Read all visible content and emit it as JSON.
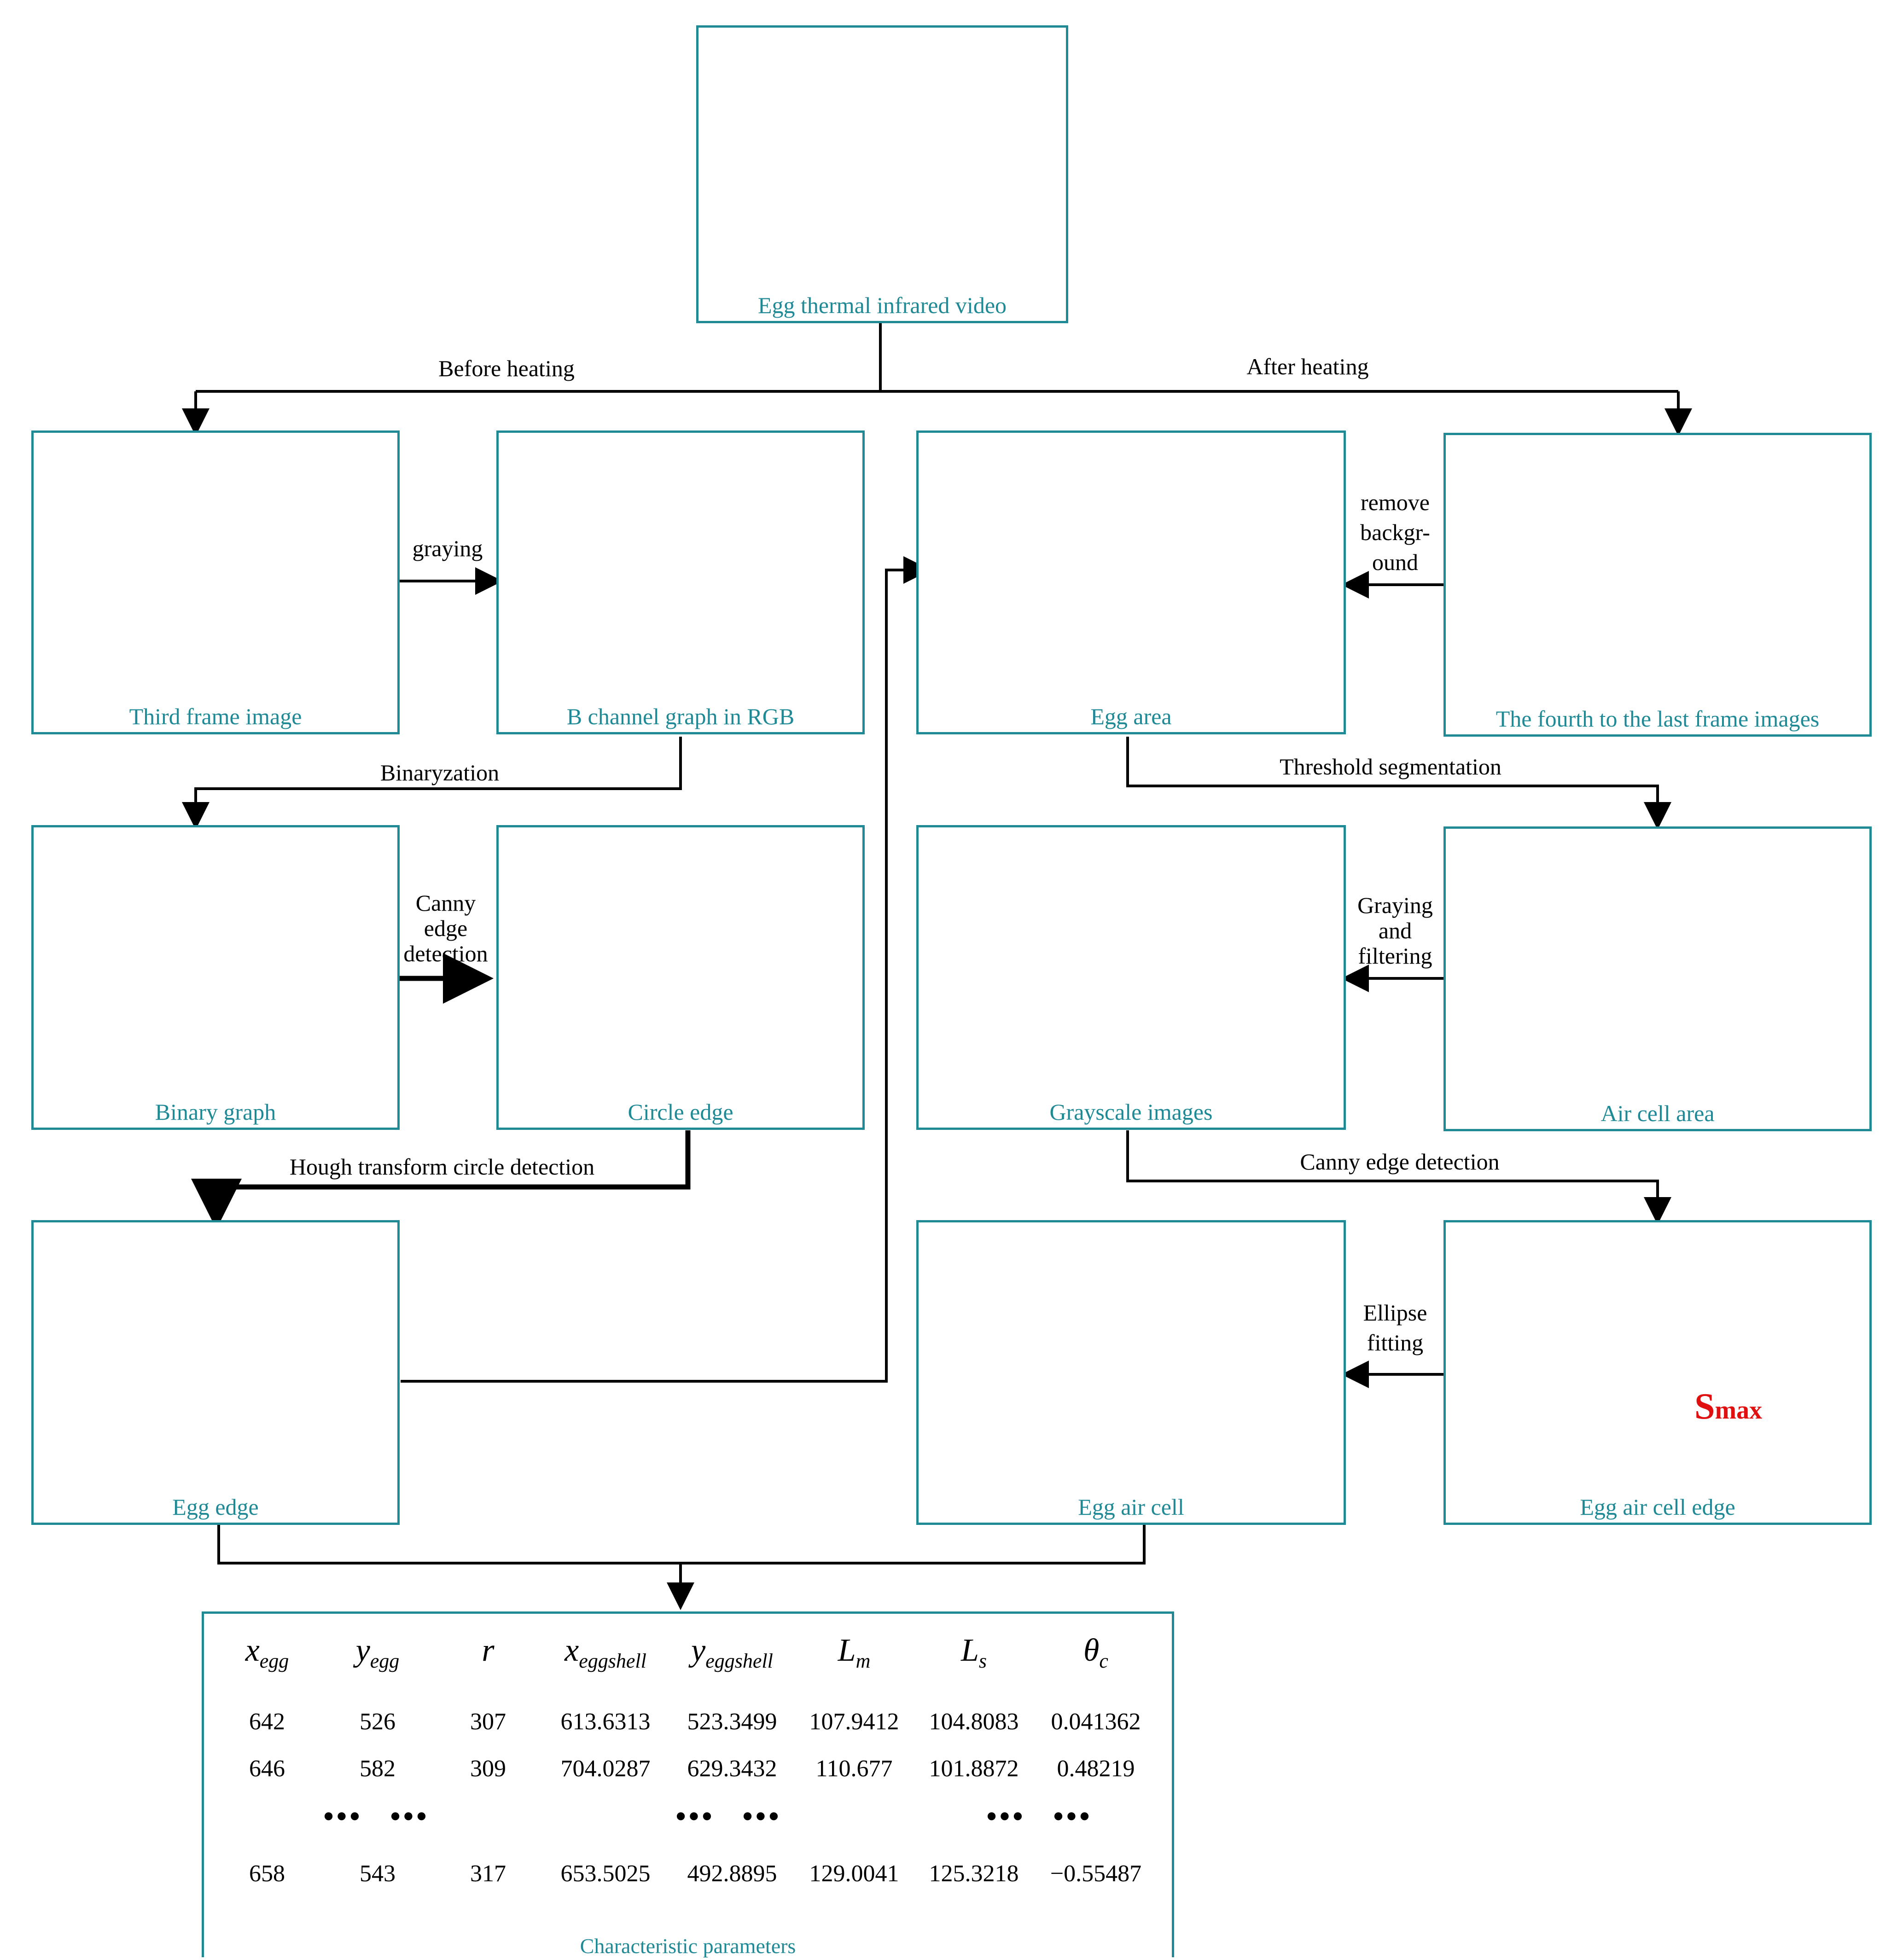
{
  "panels": {
    "video": "Egg thermal infrared video",
    "third_frame": "Third frame image",
    "b_channel": "B channel graph in RGB",
    "egg_area": "Egg area",
    "fourth_last": "The fourth to the last frame images",
    "binary": "Binary graph",
    "circle_edge": "Circle edge",
    "grayscale": "Grayscale images",
    "air_cell_area": "Air cell area",
    "egg_edge": "Egg edge",
    "egg_air_cell": "Egg air cell",
    "air_cell_edge": "Egg air cell edge",
    "characteristic": "Characteristic parameters"
  },
  "arrows": {
    "before_heating": "Before heating",
    "after_heating": "After heating",
    "graying": "graying",
    "remove_bg_1": "remove",
    "remove_bg_2": "backgr-",
    "remove_bg_3": "ound",
    "binaryzation": "Binaryzation",
    "threshold": "Threshold segmentation",
    "canny_1": "Canny",
    "canny_2": "edge",
    "canny_3": "detection",
    "graying_filter_1": "Graying",
    "graying_filter_2": "and",
    "graying_filter_3": "filtering",
    "hough": "Hough transform circle detection",
    "canny_edge": "Canny edge detection",
    "ellipse_1": "Ellipse",
    "ellipse_2": "fitting"
  },
  "smax_label": "S",
  "smax_sub": "max",
  "dots": "•••",
  "table": {
    "headers": [
      {
        "main": "x",
        "sub": "egg"
      },
      {
        "main": "y",
        "sub": "egg"
      },
      {
        "main": "r",
        "sub": ""
      },
      {
        "main": "x",
        "sub": "eggshell"
      },
      {
        "main": "y",
        "sub": "eggshell"
      },
      {
        "main": "L",
        "sub": "m"
      },
      {
        "main": "L",
        "sub": "s"
      },
      {
        "main": "θ",
        "sub": "c"
      }
    ],
    "rows": [
      [
        "642",
        "526",
        "307",
        "613.6313",
        "523.3499",
        "107.9412",
        "104.8083",
        "0.041362"
      ],
      [
        "646",
        "582",
        "309",
        "704.0287",
        "629.3432",
        "110.677",
        "101.8872",
        "0.48219"
      ],
      [
        "658",
        "543",
        "317",
        "653.5025",
        "492.8895",
        "129.0041",
        "125.3218",
        "−0.55487"
      ]
    ]
  },
  "colors": {
    "panel_border": "#1f8a96",
    "caption": "#1f8a96",
    "highlight": "#e01010"
  }
}
